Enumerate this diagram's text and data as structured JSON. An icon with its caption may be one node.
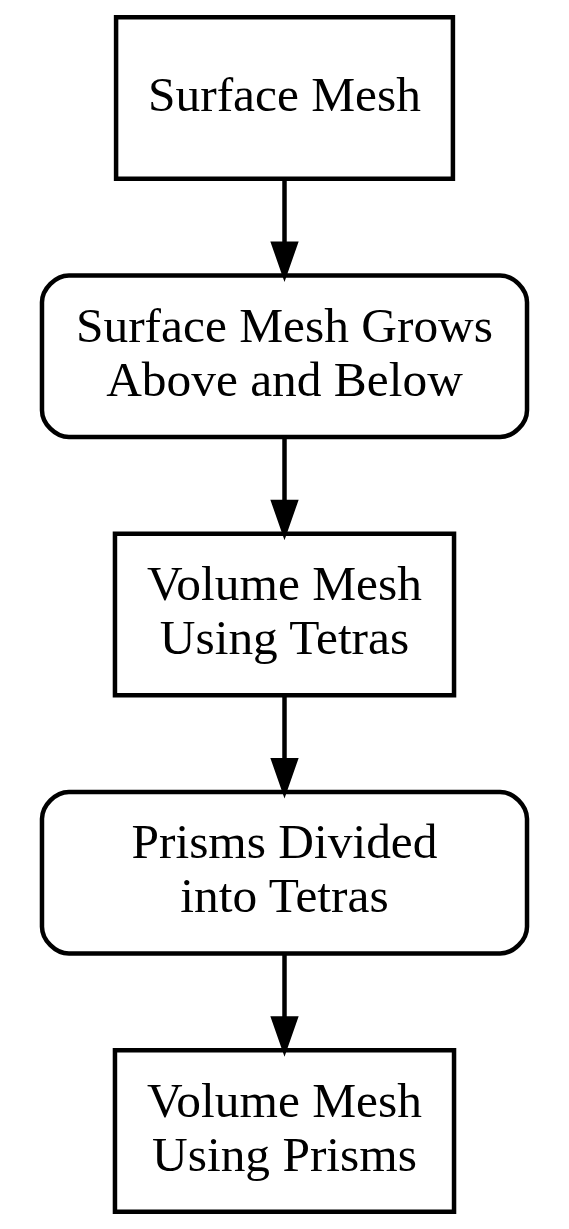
{
  "diagram": {
    "nodes": [
      {
        "text": [
          "Surface Mesh"
        ]
      },
      {
        "text": [
          "Surface Mesh Grows Above and Below"
        ]
      },
      {
        "text": [
          "Volume Mesh Using Tetras"
        ]
      },
      {
        "text": [
          "Prisms Divided into Tetras"
        ]
      },
      {
        "text": [
          "Volume Mesh Using Prisms"
        ]
      }
    ],
    "edges": [
      {
        "from": 0,
        "to": 1,
        "arrow": "to"
      },
      {
        "from": 1,
        "to": 2,
        "arrow": "to"
      },
      {
        "from": 2,
        "to": 3,
        "arrow": "to"
      },
      {
        "from": 3,
        "to": 4,
        "arrow": "to"
      }
    ]
  }
}
